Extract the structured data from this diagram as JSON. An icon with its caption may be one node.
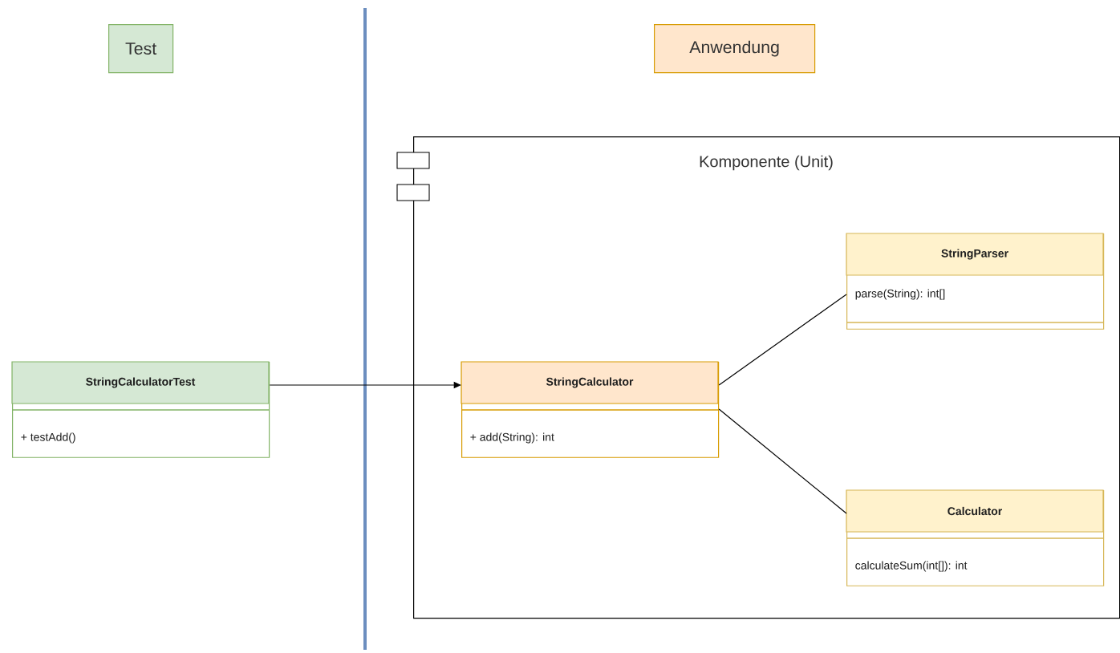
{
  "diagram": {
    "nodes": [
      {
        "text": [
          "Test"
        ]
      },
      {
        "text": [
          "Anwendung"
        ]
      },
      {
        "text": [
          "Komponente (Unit)"
        ]
      },
      {
        "text": [
          "StringCalculatorTest",
          "+ testAdd()"
        ]
      },
      {
        "text": [
          "StringCalculator",
          "+ add(String): int"
        ],
        "in": 2
      },
      {
        "text": [
          "StringParser",
          "parse(String): int[]"
        ],
        "in": 2
      },
      {
        "text": [
          "Calculator",
          "calculateSum(int[]): int"
        ],
        "in": 2
      }
    ],
    "edges": [
      {
        "from": 3,
        "to": 4,
        "arrow": "to"
      },
      {
        "from": 4,
        "to": 5,
        "arrow": "none"
      },
      {
        "from": 4,
        "to": 6,
        "arrow": "none"
      }
    ]
  }
}
